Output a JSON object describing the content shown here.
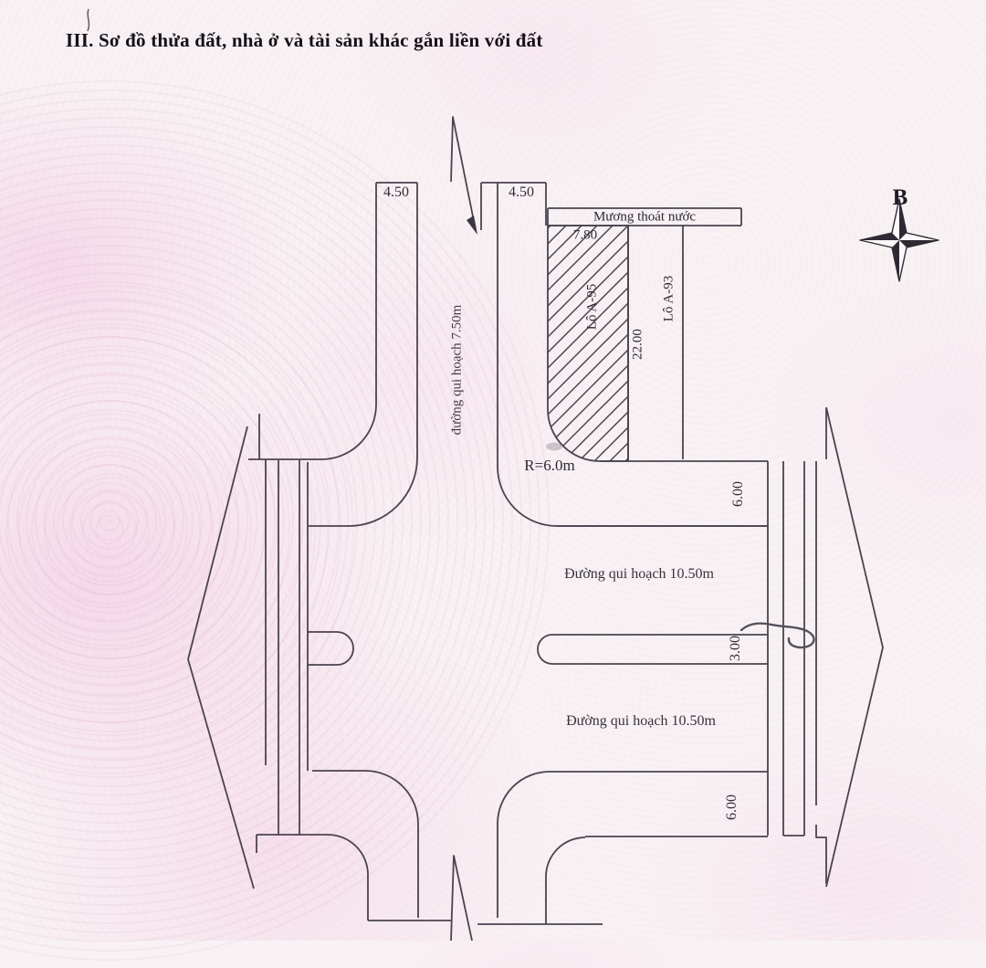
{
  "page": {
    "section_title": "III. Sơ đồ thửa đất, nhà ở và tài sản khác gắn liền với đất"
  },
  "compass": {
    "north": "B"
  },
  "diagram": {
    "drainage_label": "Mương thoát nước",
    "plot_a95": "Lô A-95",
    "plot_a93": "Lô A-93",
    "road_vertical_label": "đường qui hoạch 7.50m",
    "road_upper_label": "Đường qui hoạch 10.50m",
    "road_lower_label": "Đường qui hoạch 10.50m",
    "corner_radius_label": "R=6.0m",
    "dims": {
      "lane_left": "4.50",
      "lane_right": "4.50",
      "plot_frontage": "7.80",
      "plot_depth": "22.00",
      "strip_upper_right": "6.00",
      "median_width": "3.00",
      "strip_lower_right": "6.00"
    }
  },
  "colors": {
    "line": "#4a4450",
    "paper": "#f8f2f4",
    "ink": "#2c2733"
  }
}
